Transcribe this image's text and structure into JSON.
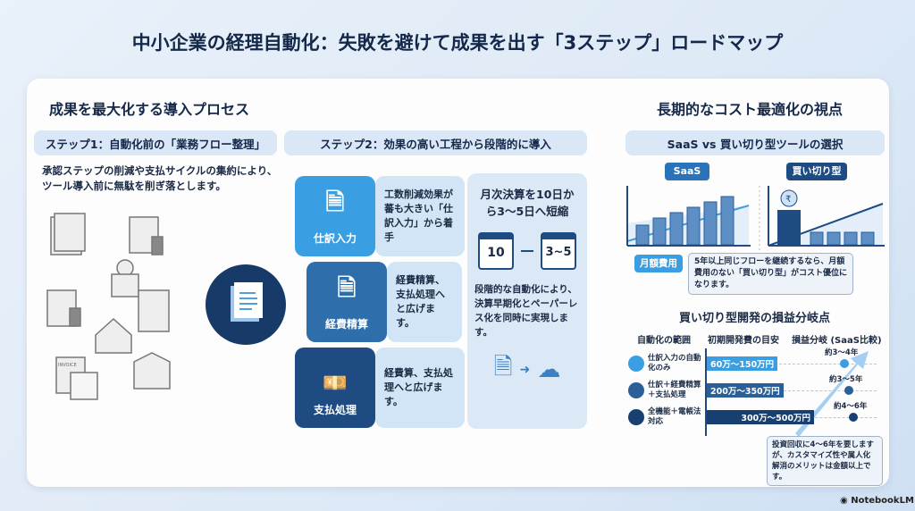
{
  "title": "中小企業の経理自動化：失敗を避けて成果を出す「3ステップ」ロードマップ",
  "left": {
    "heading": "成果を最大化する導入プロセス",
    "step1": {
      "label": "ステップ1：自動化前の「業務フロー整理」",
      "desc_line1": "承認ステップの削減や支払サイクルの集約により、",
      "desc_line2": "ツール導入前に無駄を削ぎ落とします。",
      "icon_doc_label": "INVOICE"
    },
    "step2": {
      "label": "ステップ2：効果の高い工程から段階的に導入",
      "items": [
        {
          "name": "仕訳入力",
          "desc": "工数削減効果が蕃も大きい「仕訳入力」から着手",
          "color": "#3a9fe2"
        },
        {
          "name": "経費精算",
          "desc": "経費精算、支払処理へと広げます。",
          "color": "#2e6eab"
        },
        {
          "name": "支払処理",
          "desc": "経費算、支払処理へと広げます。",
          "color": "#1d4b82"
        }
      ],
      "result": {
        "headline": "月次決算を10日から3～5日へ短縮",
        "from": "10",
        "to": "3~5",
        "desc": "段階的な自動化により、決算早期化とペーパーレス化を同時に実現します。"
      }
    }
  },
  "right": {
    "heading": "長期的なコスト最適化の視点",
    "compare_label": "SaaS vs 買い切り型ツールの選択",
    "saas_label": "SaaS",
    "buyout_label": "買い切り型",
    "monthly_label": "月額費用",
    "callout": "5年以上同じフローを継続するなら、月額費用のない「買い切り型」がコスト優位になります。",
    "breakeven": {
      "title": "買い切り型開発の損益分岐点",
      "col_scope": "自動化の範囲",
      "col_cost": "初期開発費の目安",
      "col_be": "損益分岐 (SaaS比較)",
      "rows": [
        {
          "scope": "仕訳入力の自動化のみ",
          "cost": "60万～150万円",
          "be": "約3～4年",
          "color": "#3a9fe2",
          "frac": 0.3
        },
        {
          "scope": "仕訳＋経費精算＋支払処理",
          "cost": "200万～350万円",
          "be": "約3～5年",
          "color": "#2a5f98",
          "frac": 0.7
        },
        {
          "scope": "全機能＋電帳法対応",
          "cost": "300万～500万円",
          "be": "約4～6年",
          "color": "#173f70",
          "frac": 1.0
        }
      ],
      "note": "投資回収に4～6年を要しますが、カスタマイズ性や属人化解消のメリットは金額以上です。"
    }
  },
  "brand": "NotebookLM"
}
